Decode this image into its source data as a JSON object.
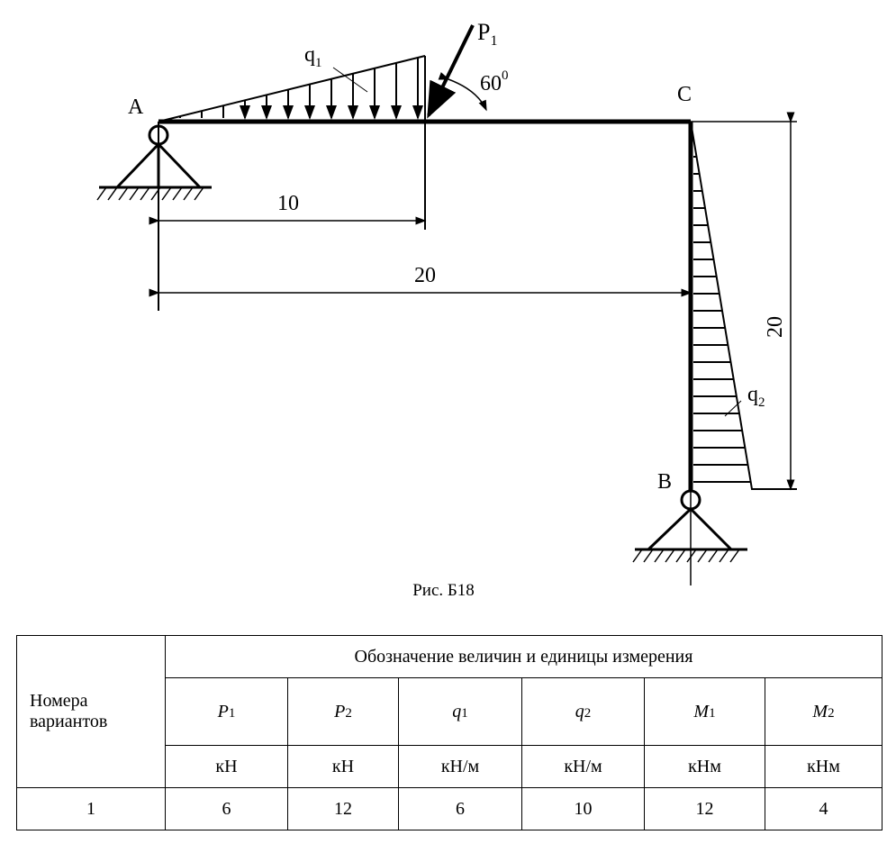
{
  "figure": {
    "labels": {
      "A": "A",
      "B": "B",
      "C": "C",
      "q1": "q",
      "q1_sub": "1",
      "q2": "q",
      "q2_sub": "2",
      "P1": "P",
      "P1_sub": "1",
      "angle": "60",
      "angle_sup": "0",
      "dim_10": "10",
      "dim_20_h": "20",
      "dim_20_v": "20"
    },
    "caption": "Рис. Б18"
  },
  "table": {
    "row_header": "Номера вариантов",
    "group_header": "Обозначение величин и единицы измерения",
    "columns": [
      {
        "sym": "P",
        "sub": "1",
        "unit": "кН"
      },
      {
        "sym": "P",
        "sub": "2",
        "unit": "кН"
      },
      {
        "sym": "q",
        "sub": "1",
        "unit": "кН/м"
      },
      {
        "sym": "q",
        "sub": "2",
        "unit": "кН/м"
      },
      {
        "sym": "M",
        "sub": "1",
        "unit": "кНм"
      },
      {
        "sym": "M",
        "sub": "2",
        "unit": "кНм"
      }
    ],
    "rows": [
      {
        "variant": "1",
        "values": [
          "6",
          "12",
          "6",
          "10",
          "12",
          "4"
        ]
      }
    ]
  }
}
